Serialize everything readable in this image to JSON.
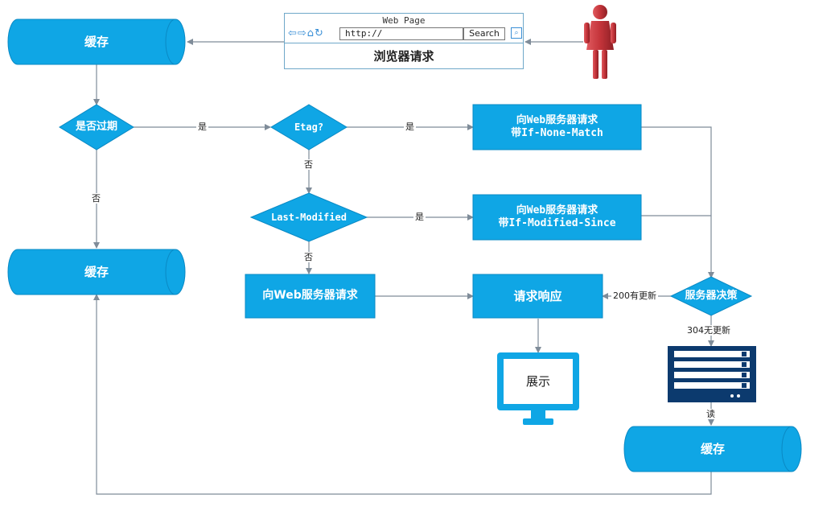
{
  "browser": {
    "title": "Web Page",
    "nav_icons": "⇦⇨⌂↻",
    "url_value": "http://",
    "search_label": "Search",
    "search_icon": "⌕",
    "caption": "浏览器请求"
  },
  "nodes": {
    "cache_top": "缓存",
    "expired_check": "是否过期",
    "etag_check": "Etag?",
    "request_if_none_match": "向Web服务器请求\n带If-None-Match",
    "last_modified_check": "Last-Modified",
    "request_if_modified_since": "向Web服务器请求\n带If-Modified-Since",
    "cache_middle": "缓存",
    "request_plain": "向Web服务器请求",
    "response": "请求响应",
    "server_decision": "服务器决策",
    "display": "展示",
    "cache_bottom": "缓存"
  },
  "edges": {
    "expired_yes": "是",
    "expired_no": "否",
    "etag_yes": "是",
    "etag_no": "否",
    "lastmod_yes": "是",
    "lastmod_no": "否",
    "updated_200": "200有更新",
    "not_modified_304": "304无更新",
    "read": "读"
  },
  "icons": {
    "user": "person-icon",
    "monitor": "monitor-icon",
    "server": "server-icon"
  },
  "colors": {
    "node_fill": "#0fa6e5",
    "node_stroke": "#0a89c4",
    "edge": "#7f8c99",
    "person": "#c4343a",
    "server": "#0c3a6e"
  }
}
